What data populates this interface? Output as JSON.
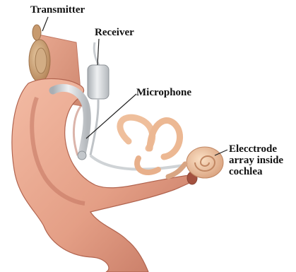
{
  "labels": {
    "transmitter": "Transmitter",
    "receiver": "Receiver",
    "microphone": "Microphone",
    "electrode_line1": "Elecctrode",
    "electrode_line2": "array inside",
    "electrode_line3": "cochlea"
  },
  "colors": {
    "skin": "#e9a890",
    "skin_dark": "#c97862",
    "skin_shadow": "#b0604c",
    "transmitter_plate": "#d8917a",
    "transmitter_coil": "#c9a27a",
    "device_silver": "#d6d9dc",
    "device_shadow": "#9ea3a8",
    "cochlea": "#f2c7a3",
    "cochlea_shadow": "#d49a76",
    "leader_line": "#222222"
  }
}
